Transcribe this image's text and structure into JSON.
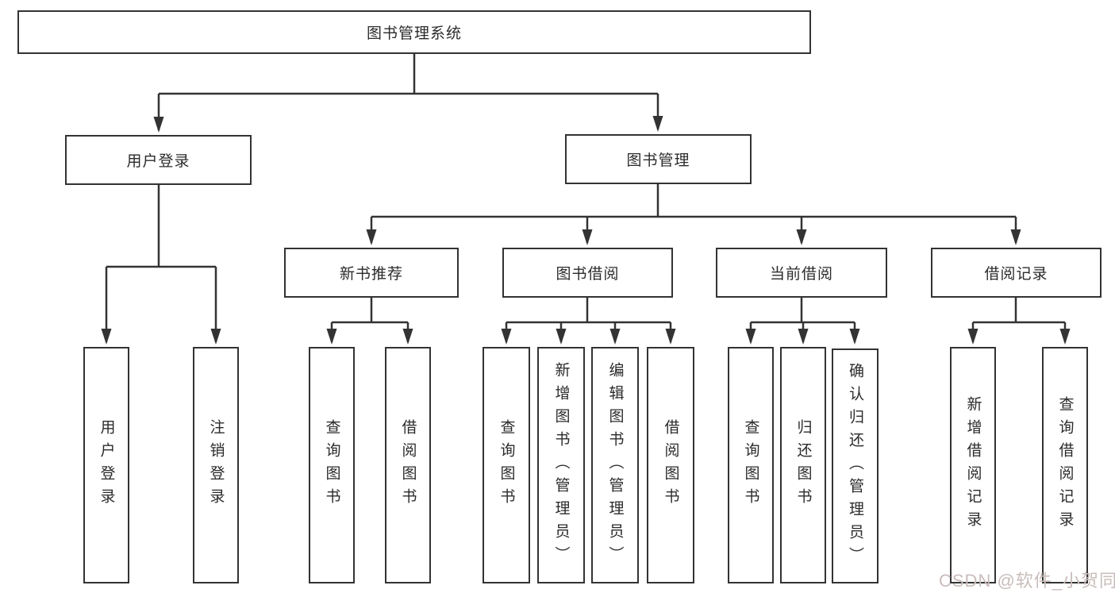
{
  "diagram": {
    "root": "图书管理系统",
    "branches": [
      {
        "label": "用户登录",
        "children": [
          "用户登录",
          "注销登录"
        ]
      },
      {
        "label": "图书管理",
        "groups": [
          {
            "label": "新书推荐",
            "children": [
              "查询图书",
              "借阅图书"
            ]
          },
          {
            "label": "图书借阅",
            "children": [
              "查询图书",
              "新增图书（管理员）",
              "编辑图书（管理员）",
              "借阅图书"
            ]
          },
          {
            "label": "当前借阅",
            "children": [
              "查询图书",
              "归还图书",
              "确认归还（管理员）"
            ]
          },
          {
            "label": "借阅记录",
            "children": [
              "新增借阅记录",
              "查询借阅记录"
            ]
          }
        ]
      }
    ]
  },
  "watermark": {
    "text": "CSDN @软件_小贺同学"
  },
  "colors": {
    "line": "#333333",
    "box_background": "#ffffff",
    "text": "#2b2b2b",
    "watermark": "#c9bdbb"
  }
}
